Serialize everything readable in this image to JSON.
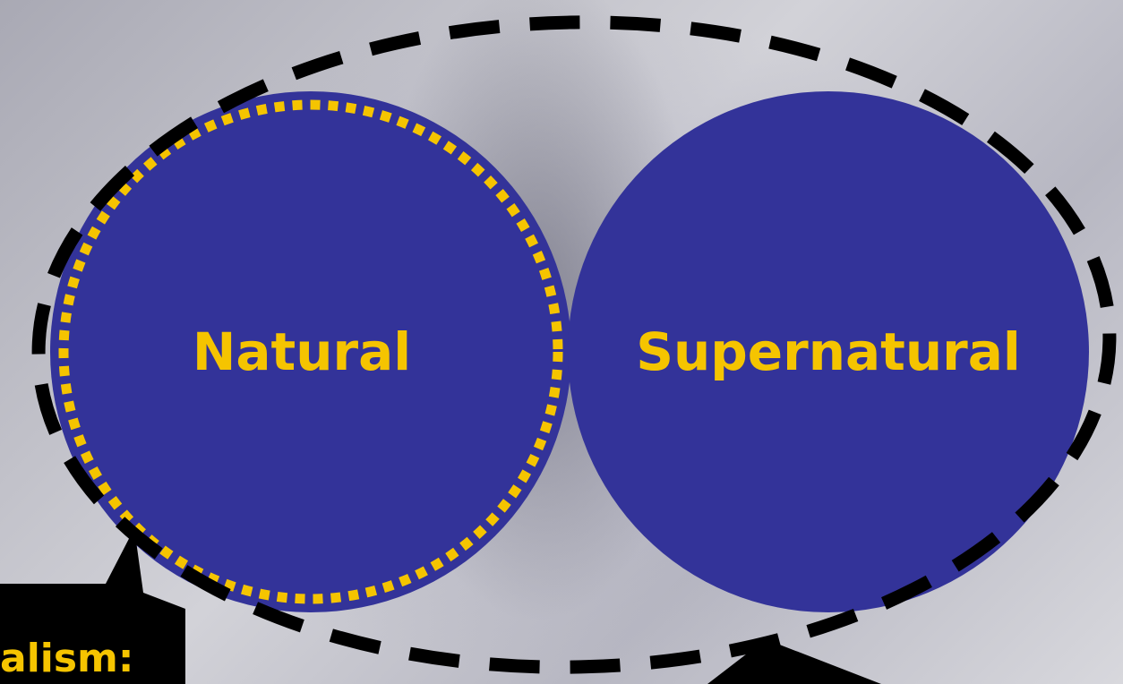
{
  "diagram": {
    "circles": [
      {
        "id": "natural",
        "label": "Natural"
      },
      {
        "id": "supernatural",
        "label": "Supernatural"
      }
    ],
    "callout_left_text": "alism:"
  },
  "colors": {
    "circle_fill": "#333399",
    "label_text": "#f5c400",
    "dotted_outline": "#f5c400",
    "dashed_outline": "#000000",
    "callout_fill": "#000000"
  }
}
